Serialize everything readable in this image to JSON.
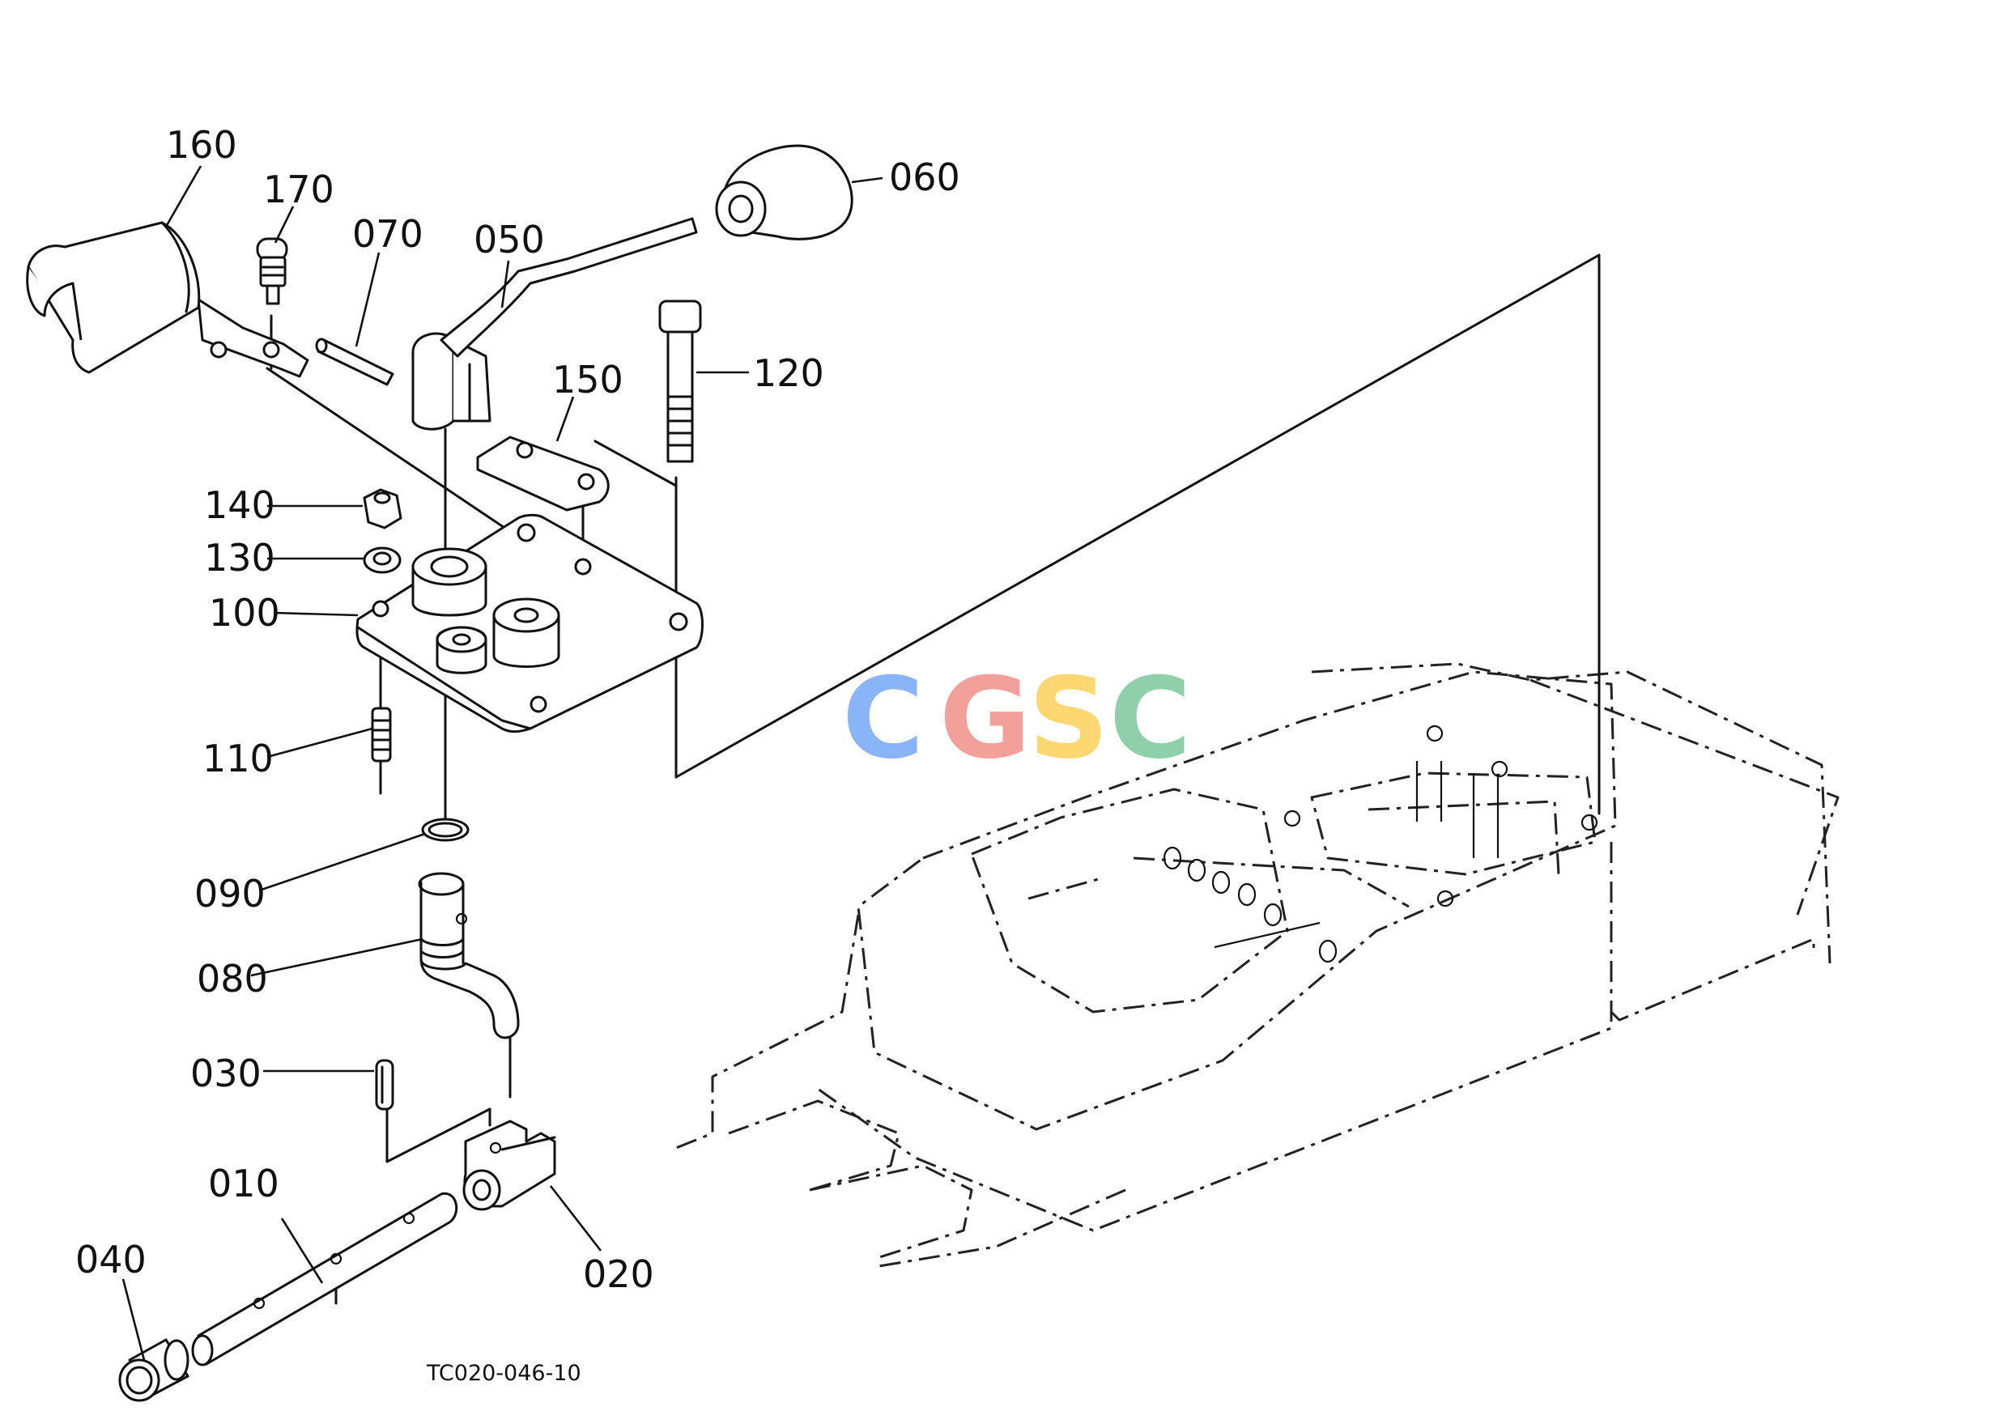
{
  "callouts": {
    "p160": "160",
    "p170": "170",
    "p070": "070",
    "p050": "050",
    "p060": "060",
    "p120": "120",
    "p150": "150",
    "p140": "140",
    "p130": "130",
    "p100": "100",
    "p110": "110",
    "p090": "090",
    "p080": "080",
    "p030": "030",
    "p010": "010",
    "p040": "040",
    "p020": "020"
  },
  "figure_id": "TC020-046-10",
  "watermark": {
    "letters": [
      "C",
      "G",
      "S",
      "C"
    ],
    "colors": [
      "#8ab4f8",
      "#f4a09a",
      "#fcd772",
      "#8fcfa9"
    ]
  },
  "colors": {
    "line": "#111111",
    "background": "#ffffff"
  }
}
